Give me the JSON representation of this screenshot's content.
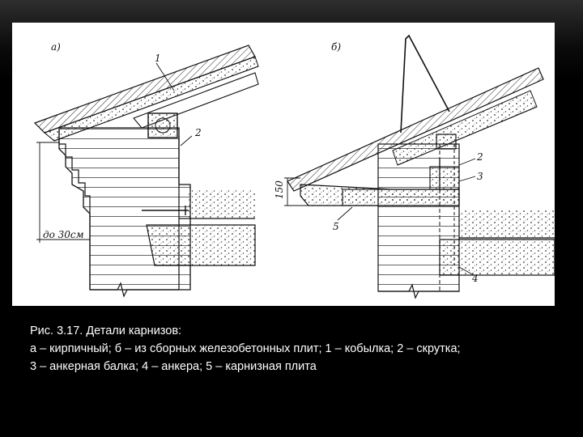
{
  "figure": {
    "subfigure_a": "а)",
    "subfigure_b": "б)",
    "callout_a_1": "1",
    "callout_a_2": "2",
    "dimension_a": "до 30см",
    "callout_b_2": "2",
    "callout_b_3": "3",
    "callout_b_4": "4",
    "callout_b_5": "5",
    "dimension_b": "150"
  },
  "caption": {
    "line1": "Рис. 3.17. Детали карнизов:",
    "line2": "а – кирпичный; б – из сборных железобетонных плит; 1 – кобылка; 2 – скрутка;",
    "line3": "3 – анкерная балка; 4 – анкера; 5 – карнизная плита"
  }
}
